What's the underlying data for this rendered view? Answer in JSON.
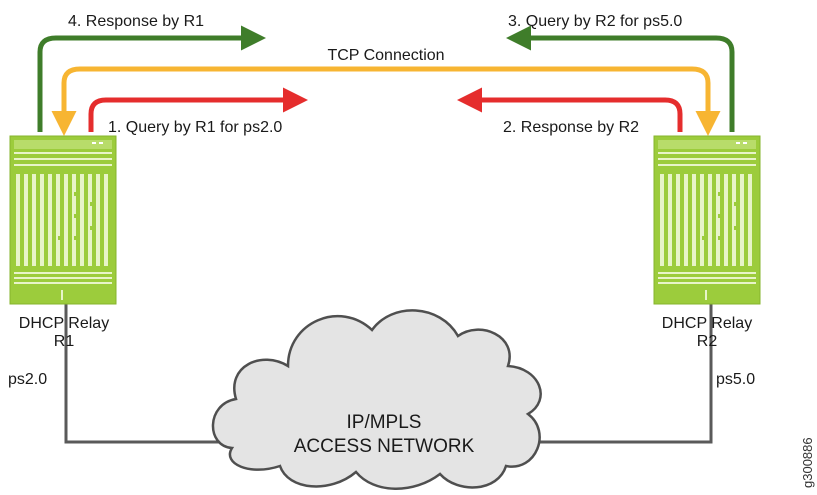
{
  "labels": {
    "response_r1": "4. Response by R1",
    "query_r2": "3. Query by R2 for ps5.0",
    "tcp": "TCP Connection",
    "query_r1": "1. Query by R1 for ps2.0",
    "response_r2": "2. Response by R2"
  },
  "relay_left": {
    "line1": "DHCP Relay",
    "line2": "R1",
    "interface": "ps2.0"
  },
  "relay_right": {
    "line1": "DHCP Relay",
    "line2": "R2",
    "interface": "ps5.0"
  },
  "cloud": {
    "line1": "IP/MPLS",
    "line2": "ACCESS NETWORK"
  },
  "figure_id": "g300886",
  "colors": {
    "green": "#3f7d2a",
    "yellow": "#f7b532",
    "red": "#e52d2d",
    "device": "#9ccc3c",
    "device_light": "#c4e27d",
    "cloud": "#e4e4e4",
    "line": "#5a5a5a"
  }
}
